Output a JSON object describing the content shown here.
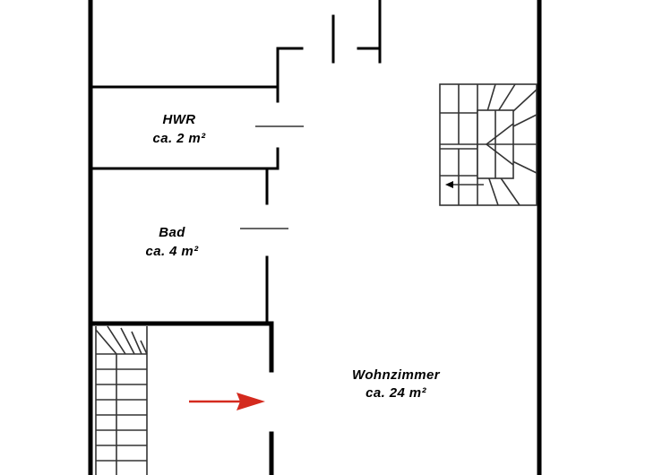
{
  "rooms": [
    {
      "name": "HWR",
      "area": "ca. 2 m²"
    },
    {
      "name": "Bad",
      "area": "ca. 4 m²"
    },
    {
      "name": "Wohnzimmer",
      "area": "ca. 24 m²"
    }
  ],
  "colors": {
    "wall": "#000000",
    "thin_line": "#333333",
    "arrow": "#d42a1e",
    "background": "#ffffff"
  }
}
